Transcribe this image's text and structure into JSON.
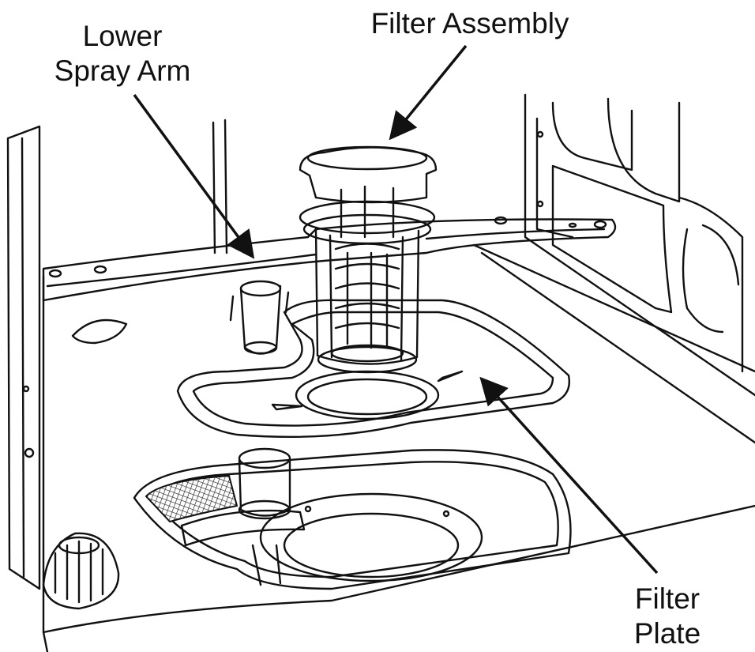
{
  "labels": {
    "lower_spray_arm": [
      "Lower",
      "Spray Arm"
    ],
    "filter_assembly": "Filter Assembly",
    "filter_plate": [
      "Filter",
      "Plate"
    ]
  },
  "colors": {
    "line": "#111111",
    "background": "#ffffff"
  }
}
